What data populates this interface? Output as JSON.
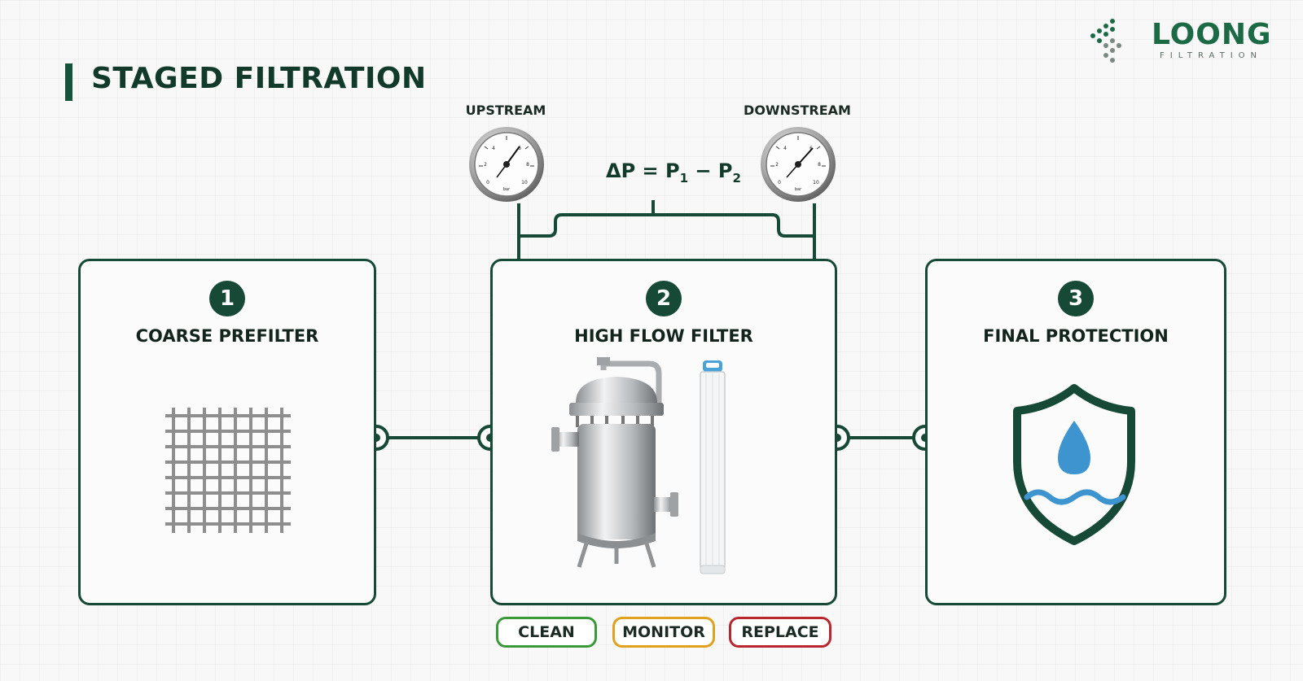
{
  "header": {
    "title": "STAGED FILTRATION"
  },
  "logo": {
    "name": "LOONG",
    "tagline": "FILTRATION",
    "color": "#1c6a45"
  },
  "gauges": {
    "upstream": {
      "label": "UPSTREAM",
      "ticks": [
        "0",
        "2",
        "4",
        "6",
        "8",
        "10"
      ],
      "unit": "bar"
    },
    "downstream": {
      "label": "DOWNSTREAM",
      "ticks": [
        "0",
        "2",
        "4",
        "6",
        "8",
        "10"
      ],
      "unit": "bar"
    }
  },
  "formula": {
    "prefix": "ΔP = P",
    "sub1": "1",
    "middle": " − P",
    "sub2": "2"
  },
  "stages": [
    {
      "number": "1",
      "name": "COARSE PREFILTER",
      "icon": "mesh-screen-icon"
    },
    {
      "number": "2",
      "name": "HIGH FLOW FILTER",
      "icon": "filter-housing-icon"
    },
    {
      "number": "3",
      "name": "FINAL PROTECTION",
      "icon": "shield-water-drop-icon"
    }
  ],
  "status_pills": [
    {
      "label": "CLEAN",
      "color": "#3a9a3a"
    },
    {
      "label": "MONITOR",
      "color": "#e0a11f"
    },
    {
      "label": "REPLACE",
      "color": "#b8262e"
    }
  ],
  "colors": {
    "primary": "#174a36",
    "water": "#3d94cf"
  }
}
